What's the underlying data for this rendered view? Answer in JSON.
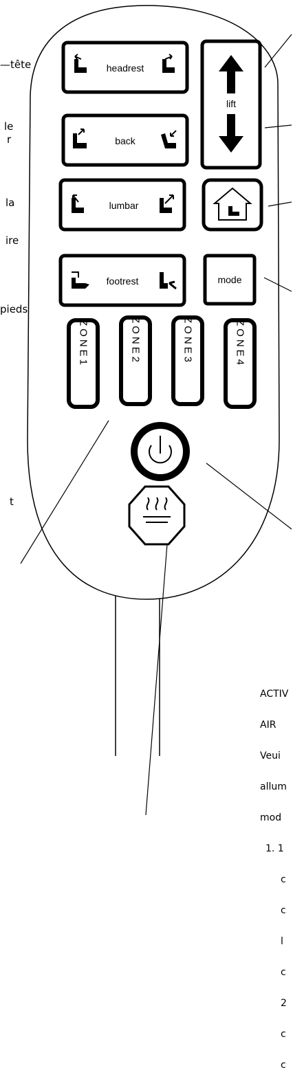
{
  "remote": {
    "buttons": {
      "headrest": "headrest",
      "back": "back",
      "lumbar": "lumbar",
      "footrest": "footrest",
      "lift": "lift",
      "mode": "mode"
    },
    "zones": [
      "ZONE1",
      "ZONE2",
      "ZONE3",
      "ZONE4"
    ]
  },
  "left_fragments": {
    "headrest": "—tête",
    "back_1": "le",
    "back_2": "r",
    "lumbar_1": "la",
    "lumbar_2": "ire",
    "footrest": "pieds",
    "zone": "t"
  },
  "note": {
    "line1": "ACTIV",
    "line2": "AIR",
    "line3": "Veui",
    "line4": "allum",
    "line5": "mod",
    "line6": "1. 1",
    "line7": "c",
    "line8": "c",
    "line9": "l",
    "line10": "c",
    "line11": "2",
    "line12": "c",
    "line13": "c"
  }
}
